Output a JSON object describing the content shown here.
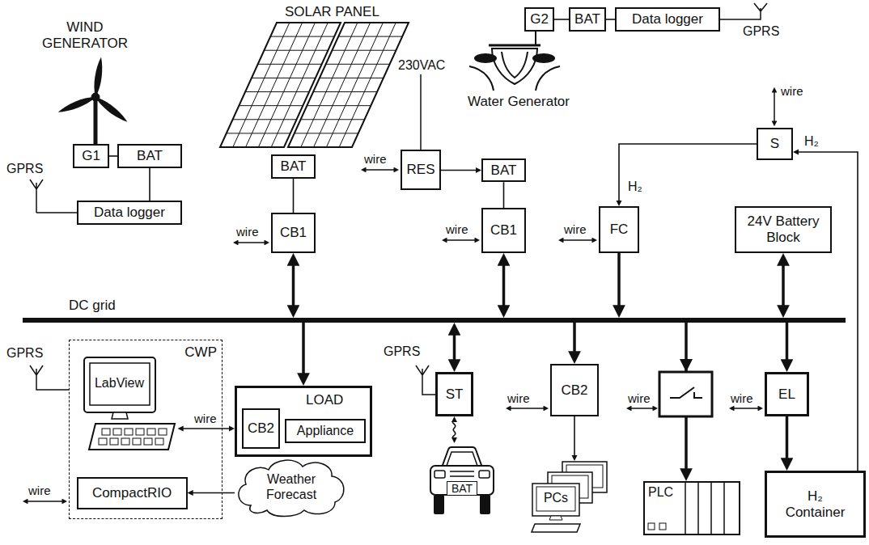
{
  "diagram": {
    "nodes": [
      {
        "text": [
          "G1"
        ]
      },
      {
        "text": [
          "BAT"
        ]
      },
      {
        "text": [
          "Data logger"
        ]
      },
      {
        "text": [
          "BAT"
        ]
      },
      {
        "text": [
          "CB1"
        ]
      },
      {
        "text": [
          "RES"
        ]
      },
      {
        "text": [
          "BAT"
        ]
      },
      {
        "text": [
          "CB1"
        ]
      },
      {
        "text": [
          "G2"
        ]
      },
      {
        "text": [
          "BAT"
        ]
      },
      {
        "text": [
          "Data logger"
        ]
      },
      {
        "text": [
          "S"
        ]
      },
      {
        "text": [
          "FC"
        ]
      },
      {
        "text": [
          "24V Battery Block"
        ]
      },
      {
        "text": [
          "DC grid"
        ]
      },
      {
        "text": [
          "CWP"
        ]
      },
      {
        "text": [
          "LabView"
        ],
        "in": 15
      },
      {
        "text": [
          "CompactRIO"
        ],
        "in": 15
      },
      {
        "text": [
          "LOAD"
        ]
      },
      {
        "text": [
          "CB2"
        ],
        "in": 18
      },
      {
        "text": [
          "Appliance"
        ],
        "in": 18
      },
      {
        "text": [
          "Weather Forecast"
        ]
      },
      {
        "text": [
          "ST"
        ]
      },
      {
        "text": [
          "BAT"
        ]
      },
      {
        "text": [
          "CB2"
        ]
      },
      {
        "text": [
          "PCs"
        ]
      },
      {
        "text": [
          "PLC"
        ]
      },
      {
        "text": [
          "EL"
        ]
      },
      {
        "text": [
          "H₂ Container"
        ]
      }
    ],
    "edges": [
      {
        "from": 0,
        "to": 1,
        "arrow": "none"
      },
      {
        "from": 1,
        "to": 2,
        "arrow": "none"
      },
      {
        "from": 3,
        "to": 4,
        "arrow": "none"
      },
      {
        "from": 4,
        "to": 14,
        "arrow": "both"
      },
      {
        "from": 5,
        "to": 6,
        "arrow": "to"
      },
      {
        "from": 6,
        "to": 7,
        "arrow": "none"
      },
      {
        "from": 7,
        "to": 14,
        "arrow": "both"
      },
      {
        "from": 8,
        "to": 9,
        "arrow": "none"
      },
      {
        "from": 9,
        "to": 10,
        "arrow": "none"
      },
      {
        "from": 11,
        "to": 12,
        "label": "H₂",
        "arrow": "to"
      },
      {
        "from": 12,
        "to": 14,
        "arrow": "to"
      },
      {
        "from": 13,
        "to": 14,
        "arrow": "both"
      },
      {
        "from": 14,
        "to": 18,
        "arrow": "to"
      },
      {
        "from": 14,
        "to": 22,
        "arrow": "both"
      },
      {
        "from": 22,
        "to": 23,
        "arrow": "both"
      },
      {
        "from": 14,
        "to": 24,
        "arrow": "to"
      },
      {
        "from": 24,
        "to": 25,
        "arrow": "to"
      },
      {
        "from": 14,
        "to": 26,
        "arrow": "to"
      },
      {
        "from": 14,
        "to": 27,
        "arrow": "to"
      },
      {
        "from": 27,
        "to": 28,
        "arrow": "to"
      },
      {
        "from": 28,
        "to": 11,
        "label": "H₂",
        "arrow": "to"
      },
      {
        "from": 21,
        "to": 17,
        "arrow": "to"
      },
      {
        "from": 16,
        "to": 18,
        "label": "wire",
        "arrow": "both"
      }
    ],
    "labels": [
      "WIND GENERATOR",
      "GPRS",
      "SOLAR PANEL",
      "wire",
      "230VAC",
      "wire",
      "wire",
      "GPRS",
      "Water Generator",
      "wire",
      "wire",
      "GPRS",
      "wire",
      "GPRS",
      "wire",
      "wire",
      "wire"
    ]
  }
}
